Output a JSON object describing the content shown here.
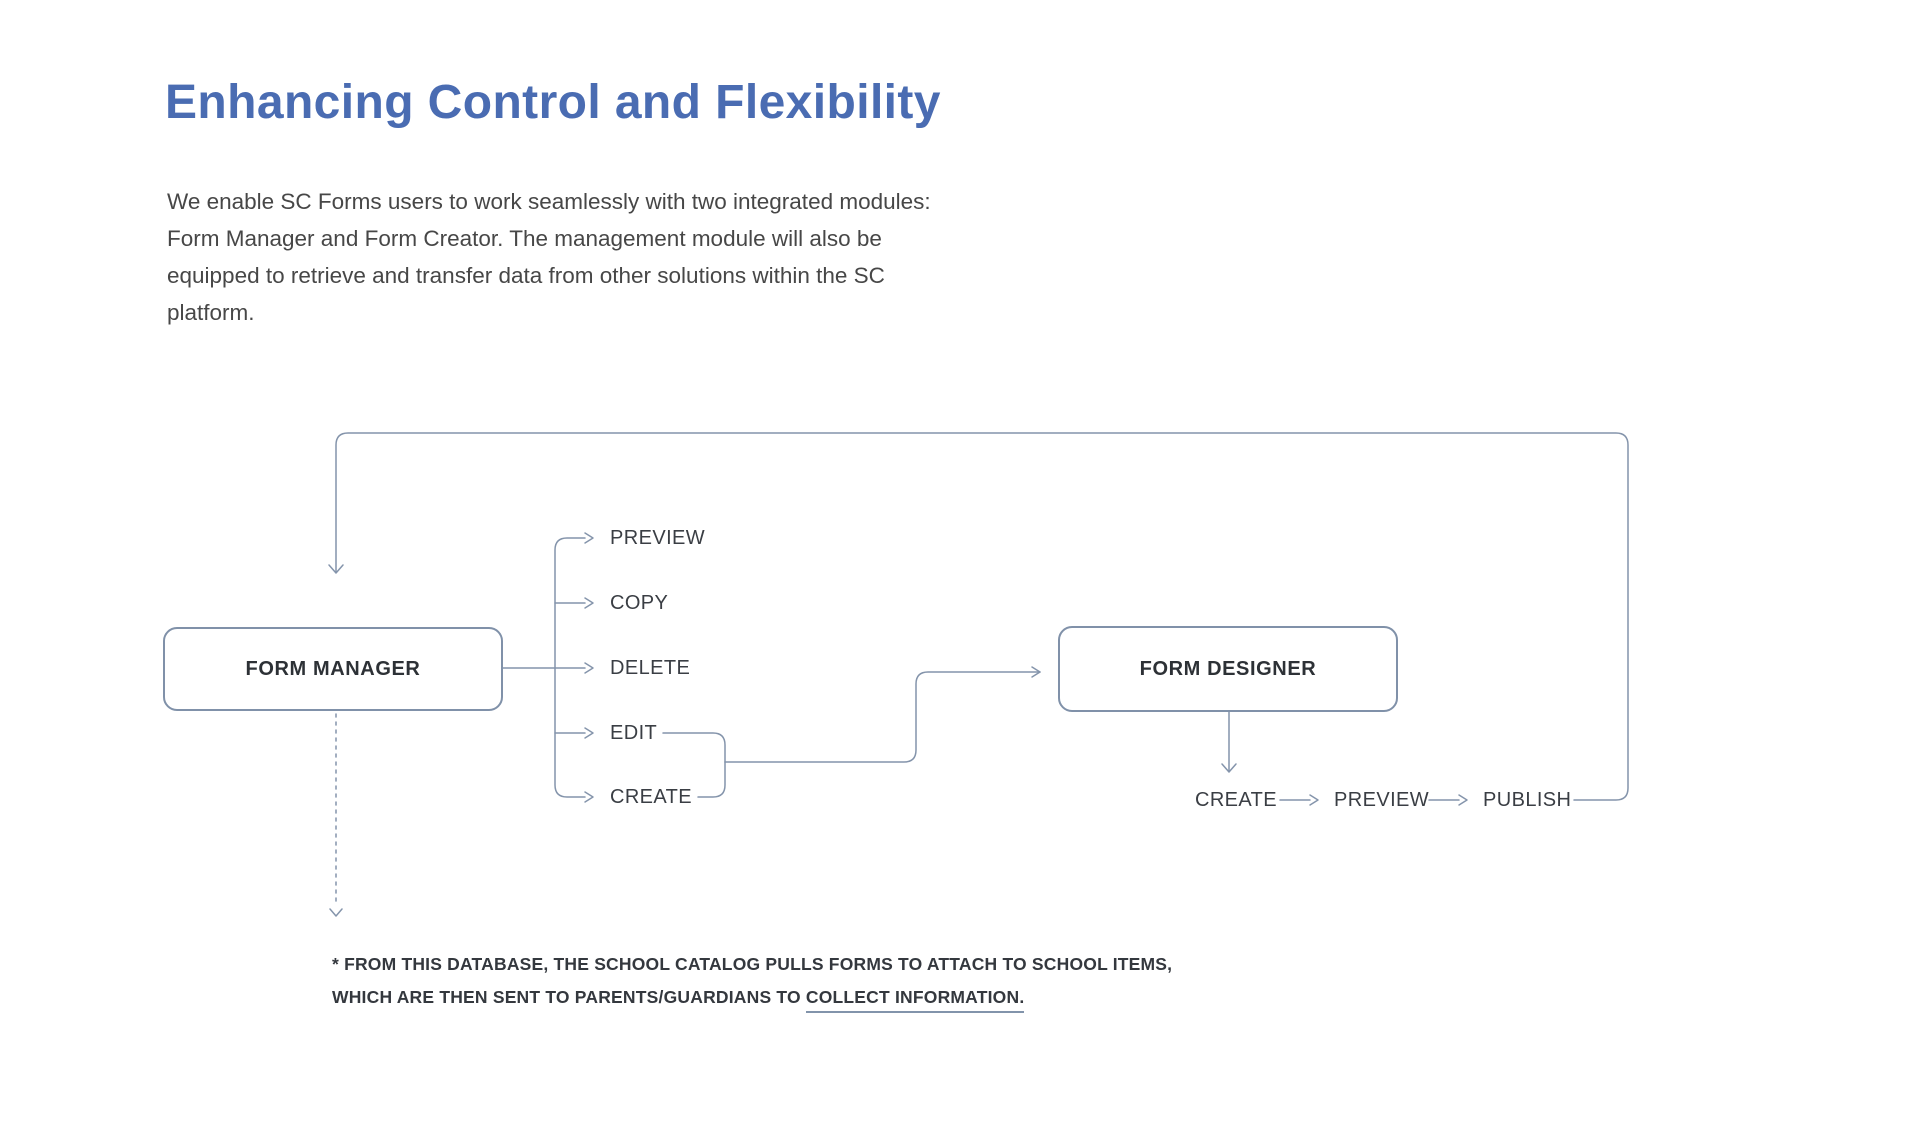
{
  "header": {
    "title": "Enhancing Control and Flexibility"
  },
  "intro": {
    "lines": [
      "We enable SC Forms users to work seamlessly with two integrated modules:",
      "Form Manager and Form Creator. The management module will also be",
      "equipped to retrieve and transfer data from other solutions within the SC",
      "platform."
    ]
  },
  "diagram": {
    "form_manager": {
      "label": "FORM MANAGER"
    },
    "form_designer": {
      "label": "FORM DESIGNER"
    },
    "manager_actions": [
      "PREVIEW",
      "COPY",
      "DELETE",
      "EDIT",
      "CREATE"
    ],
    "designer_actions": [
      "CREATE",
      "PREVIEW",
      "PUBLISH"
    ]
  },
  "footnote": {
    "line1": "* FROM THIS DATABASE, THE SCHOOL CATALOG PULLS FORMS TO ATTACH TO SCHOOL ITEMS,",
    "line2_prefix": "WHICH ARE THEN SENT TO PARENTS/GUARDIANS TO ",
    "line2_underlined": "COLLECT INFORMATION."
  },
  "colors": {
    "title_blue": "#4a6cb2",
    "connector": "#8494ab",
    "box_border": "#8091a9",
    "body_text": "#474747",
    "label_text": "#3a3e44"
  }
}
